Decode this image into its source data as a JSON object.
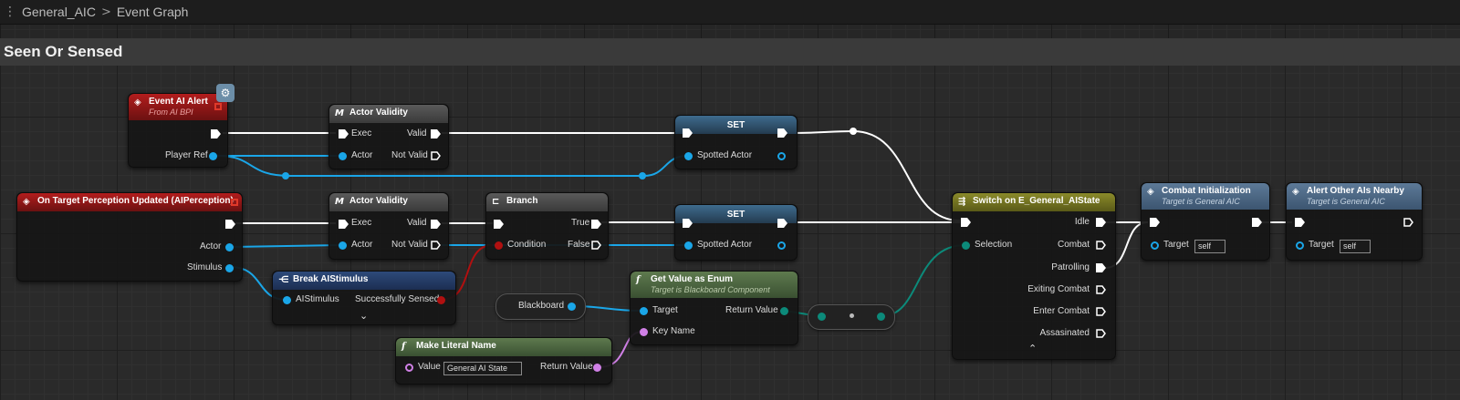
{
  "breadcrumb": {
    "blueprint": "General_AIC",
    "graph": "Event Graph"
  },
  "comment": {
    "title": "Seen Or Sensed"
  },
  "nodes": {
    "event_ai_alert": {
      "title": "Event AI Alert",
      "subtitle": "From AI BPI",
      "pin_player_ref": "Player Ref"
    },
    "actor_validity_1": {
      "icon": "M",
      "title": "Actor Validity",
      "pin_exec": "Exec",
      "pin_actor": "Actor",
      "pin_valid": "Valid",
      "pin_not_valid": "Not Valid"
    },
    "set_1": {
      "title": "SET",
      "pin_spotted_actor": "Spotted Actor"
    },
    "on_target_perception": {
      "title": "On Target Perception Updated (AIPerception)",
      "pin_actor": "Actor",
      "pin_stimulus": "Stimulus"
    },
    "actor_validity_2": {
      "icon": "M",
      "title": "Actor Validity",
      "pin_exec": "Exec",
      "pin_actor": "Actor",
      "pin_valid": "Valid",
      "pin_not_valid": "Not Valid"
    },
    "branch": {
      "title": "Branch",
      "pin_condition": "Condition",
      "pin_true": "True",
      "pin_false": "False"
    },
    "set_2": {
      "title": "SET",
      "pin_spotted_actor": "Spotted Actor"
    },
    "break_ai_stimulus": {
      "title": "Break AIStimulus",
      "pin_ai_stimulus": "AIStimulus",
      "pin_successfully_sensed": "Successfully Sensed"
    },
    "blackboard": {
      "label": "Blackboard"
    },
    "get_value_as_enum": {
      "icon": "f",
      "title": "Get Value as Enum",
      "subtitle": "Target is Blackboard Component",
      "pin_target": "Target",
      "pin_key_name": "Key Name",
      "pin_return_value": "Return Value"
    },
    "make_literal_name": {
      "icon": "f",
      "title": "Make Literal Name",
      "pin_value": "Value",
      "value": "General AI State",
      "pin_return_value": "Return Value"
    },
    "switch": {
      "title": "Switch on E_General_AIState",
      "pin_selection": "Selection",
      "outputs": [
        "Idle",
        "Combat",
        "Patrolling",
        "Exiting Combat",
        "Enter Combat",
        "Assasinated"
      ]
    },
    "combat_initialization": {
      "title": "Combat Initialization",
      "subtitle": "Target is General AIC",
      "pin_target": "Target",
      "target_value": "self"
    },
    "alert_other_ais": {
      "title": "Alert Other AIs Nearby",
      "subtitle": "Target is General AIC",
      "pin_target": "Target",
      "target_value": "self"
    }
  },
  "colors": {
    "exec_wire": "#ffffff",
    "object_wire": "#1aa6e8",
    "bool_wire": "#b01010",
    "enum_wire": "#0c8a7a",
    "name_wire": "#d080e6"
  }
}
